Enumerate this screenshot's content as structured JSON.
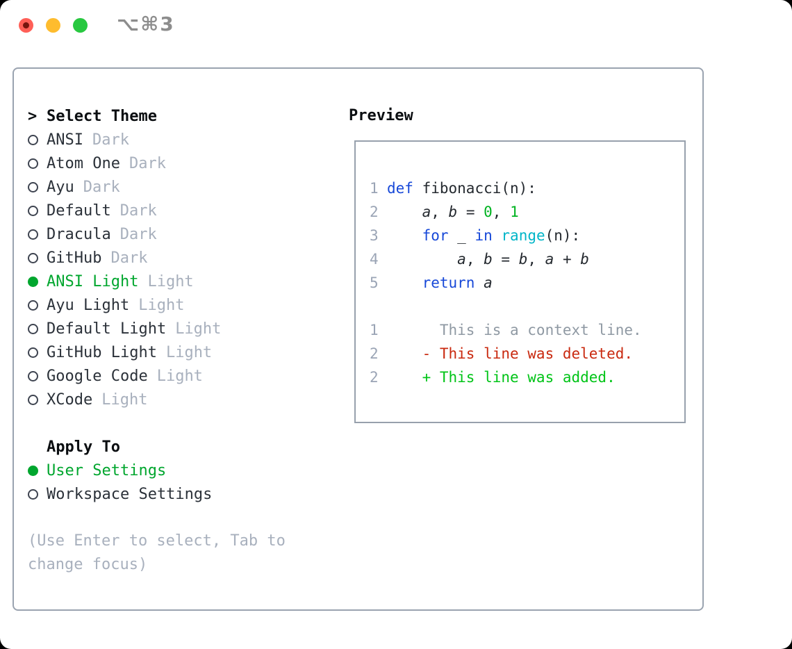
{
  "window": {
    "title": "⌥⌘3",
    "traffic_lights": [
      {
        "name": "close",
        "color": "#ff5f57"
      },
      {
        "name": "minimize",
        "color": "#febc2e"
      },
      {
        "name": "zoom",
        "color": "#28c840"
      }
    ]
  },
  "theme_panel": {
    "header_arrow": ">",
    "header": "Select Theme",
    "items": [
      {
        "name": "ANSI",
        "variant": "Dark",
        "selected": false
      },
      {
        "name": "Atom One",
        "variant": "Dark",
        "selected": false
      },
      {
        "name": "Ayu",
        "variant": "Dark",
        "selected": false
      },
      {
        "name": "Default",
        "variant": "Dark",
        "selected": false
      },
      {
        "name": "Dracula",
        "variant": "Dark",
        "selected": false
      },
      {
        "name": "GitHub",
        "variant": "Dark",
        "selected": false
      },
      {
        "name": "ANSI Light",
        "variant": "Light",
        "selected": true
      },
      {
        "name": "Ayu Light",
        "variant": "Light",
        "selected": false
      },
      {
        "name": "Default Light",
        "variant": "Light",
        "selected": false
      },
      {
        "name": "GitHub Light",
        "variant": "Light",
        "selected": false
      },
      {
        "name": "Google Code",
        "variant": "Light",
        "selected": false
      },
      {
        "name": "XCode",
        "variant": "Light",
        "selected": false
      }
    ],
    "apply_to": {
      "header": "Apply To",
      "options": [
        {
          "name": "User Settings",
          "selected": true
        },
        {
          "name": "Workspace Settings",
          "selected": false
        }
      ]
    },
    "help_text": "(Use Enter to select, Tab to change focus)"
  },
  "preview_panel": {
    "header": "Preview",
    "code_lines": [
      {
        "num": "1",
        "tokens": [
          {
            "t": "def",
            "c": "kw"
          },
          {
            "t": " fibonacci(n):",
            "c": "pl"
          }
        ]
      },
      {
        "num": "2",
        "tokens": [
          {
            "t": "    ",
            "c": "pl"
          },
          {
            "t": "a",
            "c": "var"
          },
          {
            "t": ", ",
            "c": "pl"
          },
          {
            "t": "b",
            "c": "var"
          },
          {
            "t": " = ",
            "c": "pl"
          },
          {
            "t": "0",
            "c": "num"
          },
          {
            "t": ", ",
            "c": "pl"
          },
          {
            "t": "1",
            "c": "num"
          }
        ]
      },
      {
        "num": "3",
        "tokens": [
          {
            "t": "    ",
            "c": "pl"
          },
          {
            "t": "for",
            "c": "kw"
          },
          {
            "t": " _ ",
            "c": "pl"
          },
          {
            "t": "in",
            "c": "kw"
          },
          {
            "t": " ",
            "c": "pl"
          },
          {
            "t": "range",
            "c": "fn"
          },
          {
            "t": "(n):",
            "c": "pl"
          }
        ]
      },
      {
        "num": "4",
        "tokens": [
          {
            "t": "        ",
            "c": "pl"
          },
          {
            "t": "a",
            "c": "var"
          },
          {
            "t": ", ",
            "c": "pl"
          },
          {
            "t": "b",
            "c": "var"
          },
          {
            "t": " = ",
            "c": "pl"
          },
          {
            "t": "b",
            "c": "var"
          },
          {
            "t": ", ",
            "c": "pl"
          },
          {
            "t": "a",
            "c": "var"
          },
          {
            "t": " + ",
            "c": "pl"
          },
          {
            "t": "b",
            "c": "var"
          }
        ]
      },
      {
        "num": "5",
        "tokens": [
          {
            "t": "    ",
            "c": "pl"
          },
          {
            "t": "return",
            "c": "kw"
          },
          {
            "t": " ",
            "c": "pl"
          },
          {
            "t": "a",
            "c": "var"
          }
        ]
      }
    ],
    "diff_lines": [
      {
        "num": "1",
        "tokens": [
          {
            "t": "      This is a context line.",
            "c": "ctx"
          }
        ]
      },
      {
        "num": "2",
        "tokens": [
          {
            "t": "    - This line was deleted.",
            "c": "del"
          }
        ]
      },
      {
        "num": "2",
        "tokens": [
          {
            "t": "    + This line was added.",
            "c": "add"
          }
        ]
      }
    ]
  },
  "colors": {
    "accent_green": "#00a62e",
    "keyword_blue": "#1748d8",
    "builtin_cyan": "#00b5c8",
    "number_green": "#00b321",
    "added_green": "#00c417",
    "deleted_red": "#c9290f",
    "context_gray": "#8f99a3",
    "line_number_gray": "#9aa4b5",
    "muted_gray": "#a8b0bd",
    "text_dark": "#2b3139",
    "border_gray": "#9aa3b0"
  }
}
